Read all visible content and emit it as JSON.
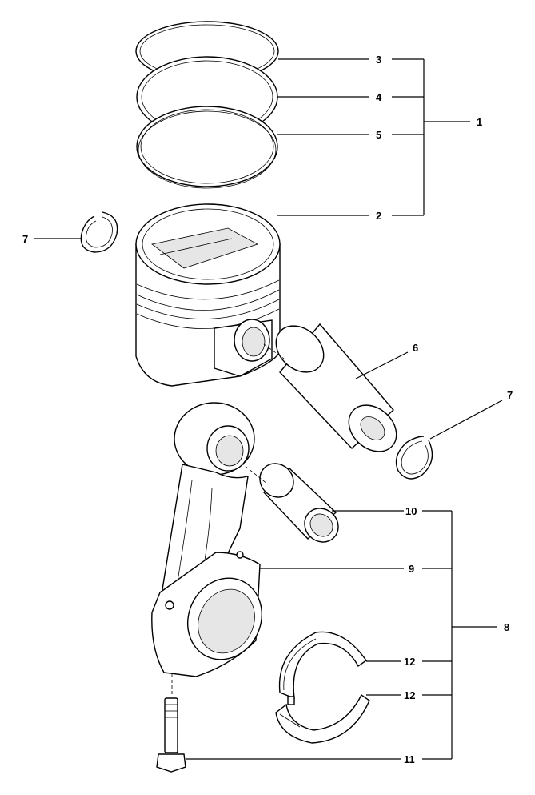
{
  "callouts": {
    "c1": "1",
    "c2": "2",
    "c3": "3",
    "c4": "4",
    "c5": "5",
    "c6": "6",
    "c7a": "7",
    "c7b": "7",
    "c8": "8",
    "c9": "9",
    "c10": "10",
    "c11": "11",
    "c12a": "12",
    "c12b": "12"
  }
}
